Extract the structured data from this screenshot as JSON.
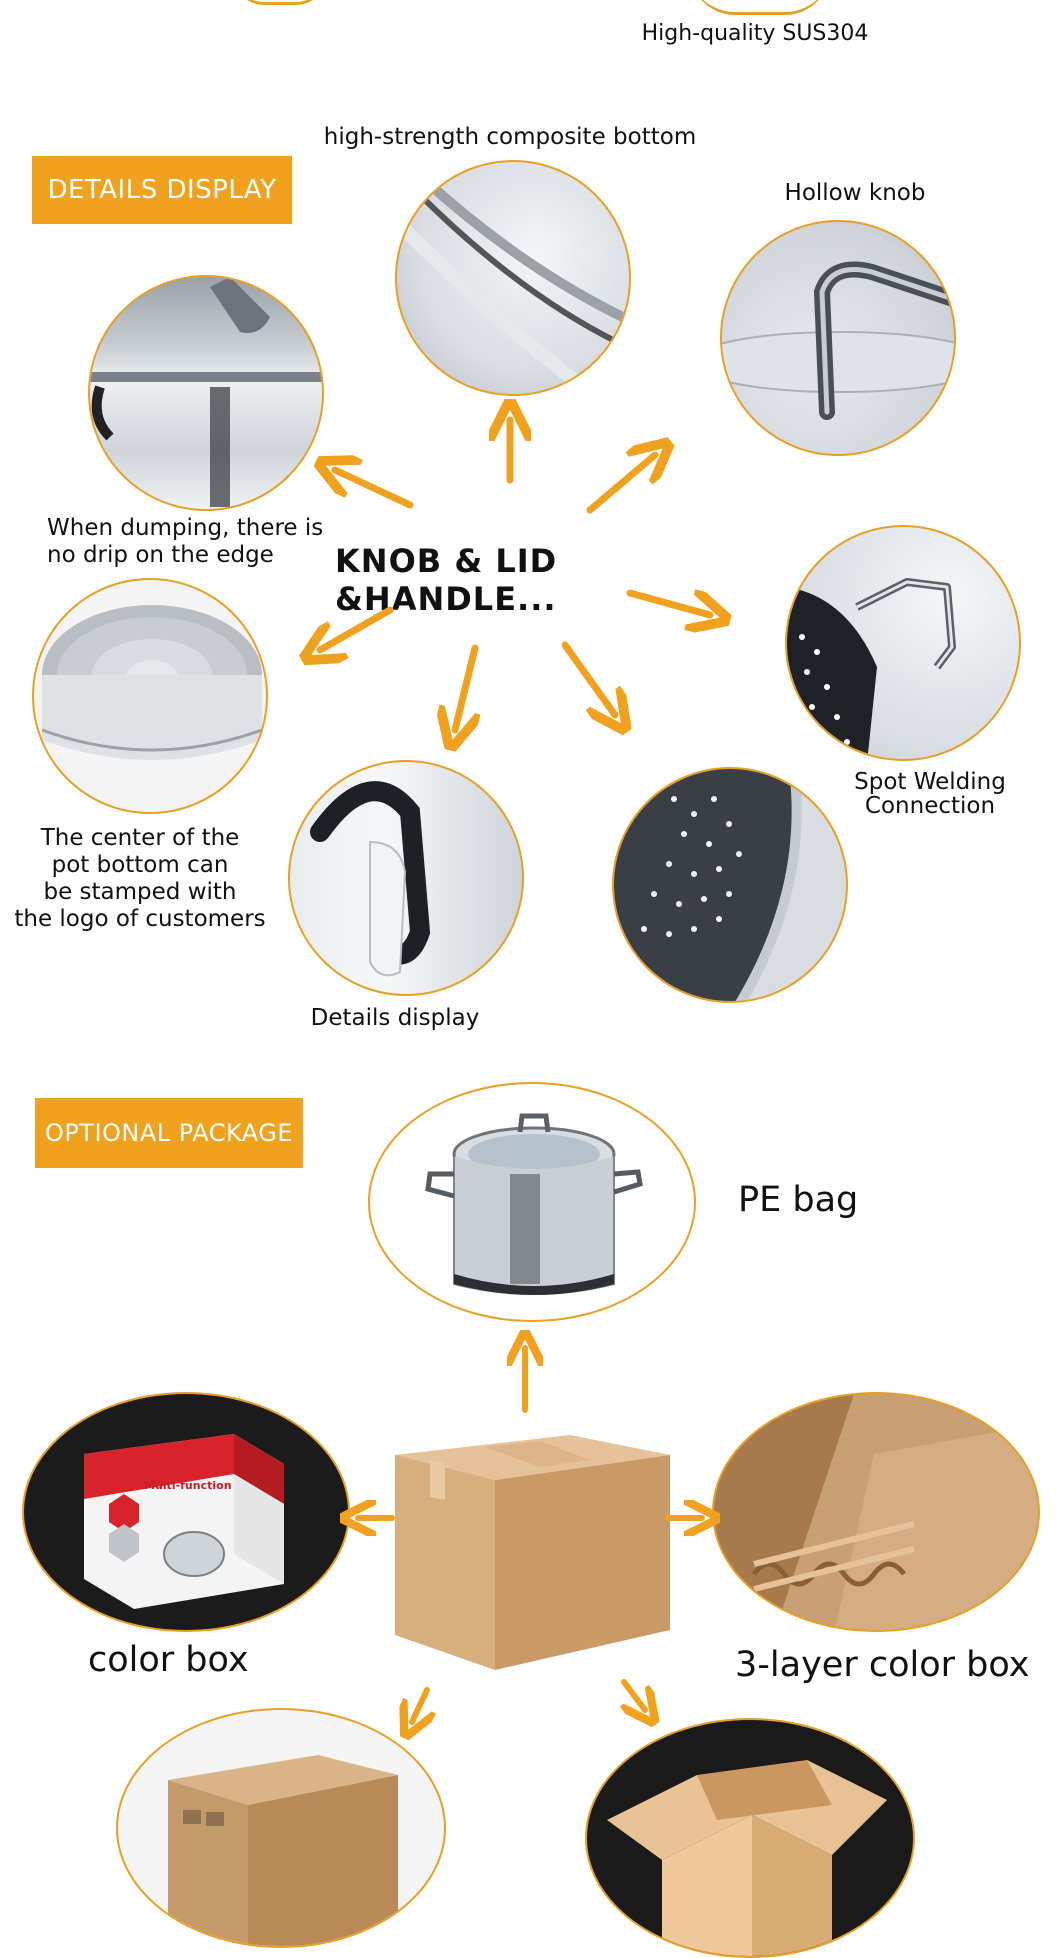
{
  "top": {
    "caption": "High-quality SUS304"
  },
  "details": {
    "badge": "DETAILS DISPLAY",
    "center_title": "KNOB & LID &HANDLE...",
    "labels": {
      "composite_bottom": "high-strength composite bottom",
      "hollow_knob": "Hollow knob",
      "dumping_line1": "When dumping, there is",
      "dumping_line2": "no drip on the edge",
      "spot_line1": "Spot Welding",
      "spot_line2": "Connection",
      "center_line1": "The center of the",
      "center_line2": "pot bottom can",
      "center_line3": "be stamped with",
      "center_line4": "the logo of customers",
      "details_display": "Details display"
    }
  },
  "package": {
    "badge": "OPTIONAL PACKAGE",
    "pe_bag": "PE bag",
    "color_box": "color box",
    "three_layer": "3-layer color box",
    "product_box_text": "Multi-function"
  },
  "colors": {
    "accent": "#f0a11d",
    "border": "#e8a024",
    "cardboard": "#d2a679"
  }
}
